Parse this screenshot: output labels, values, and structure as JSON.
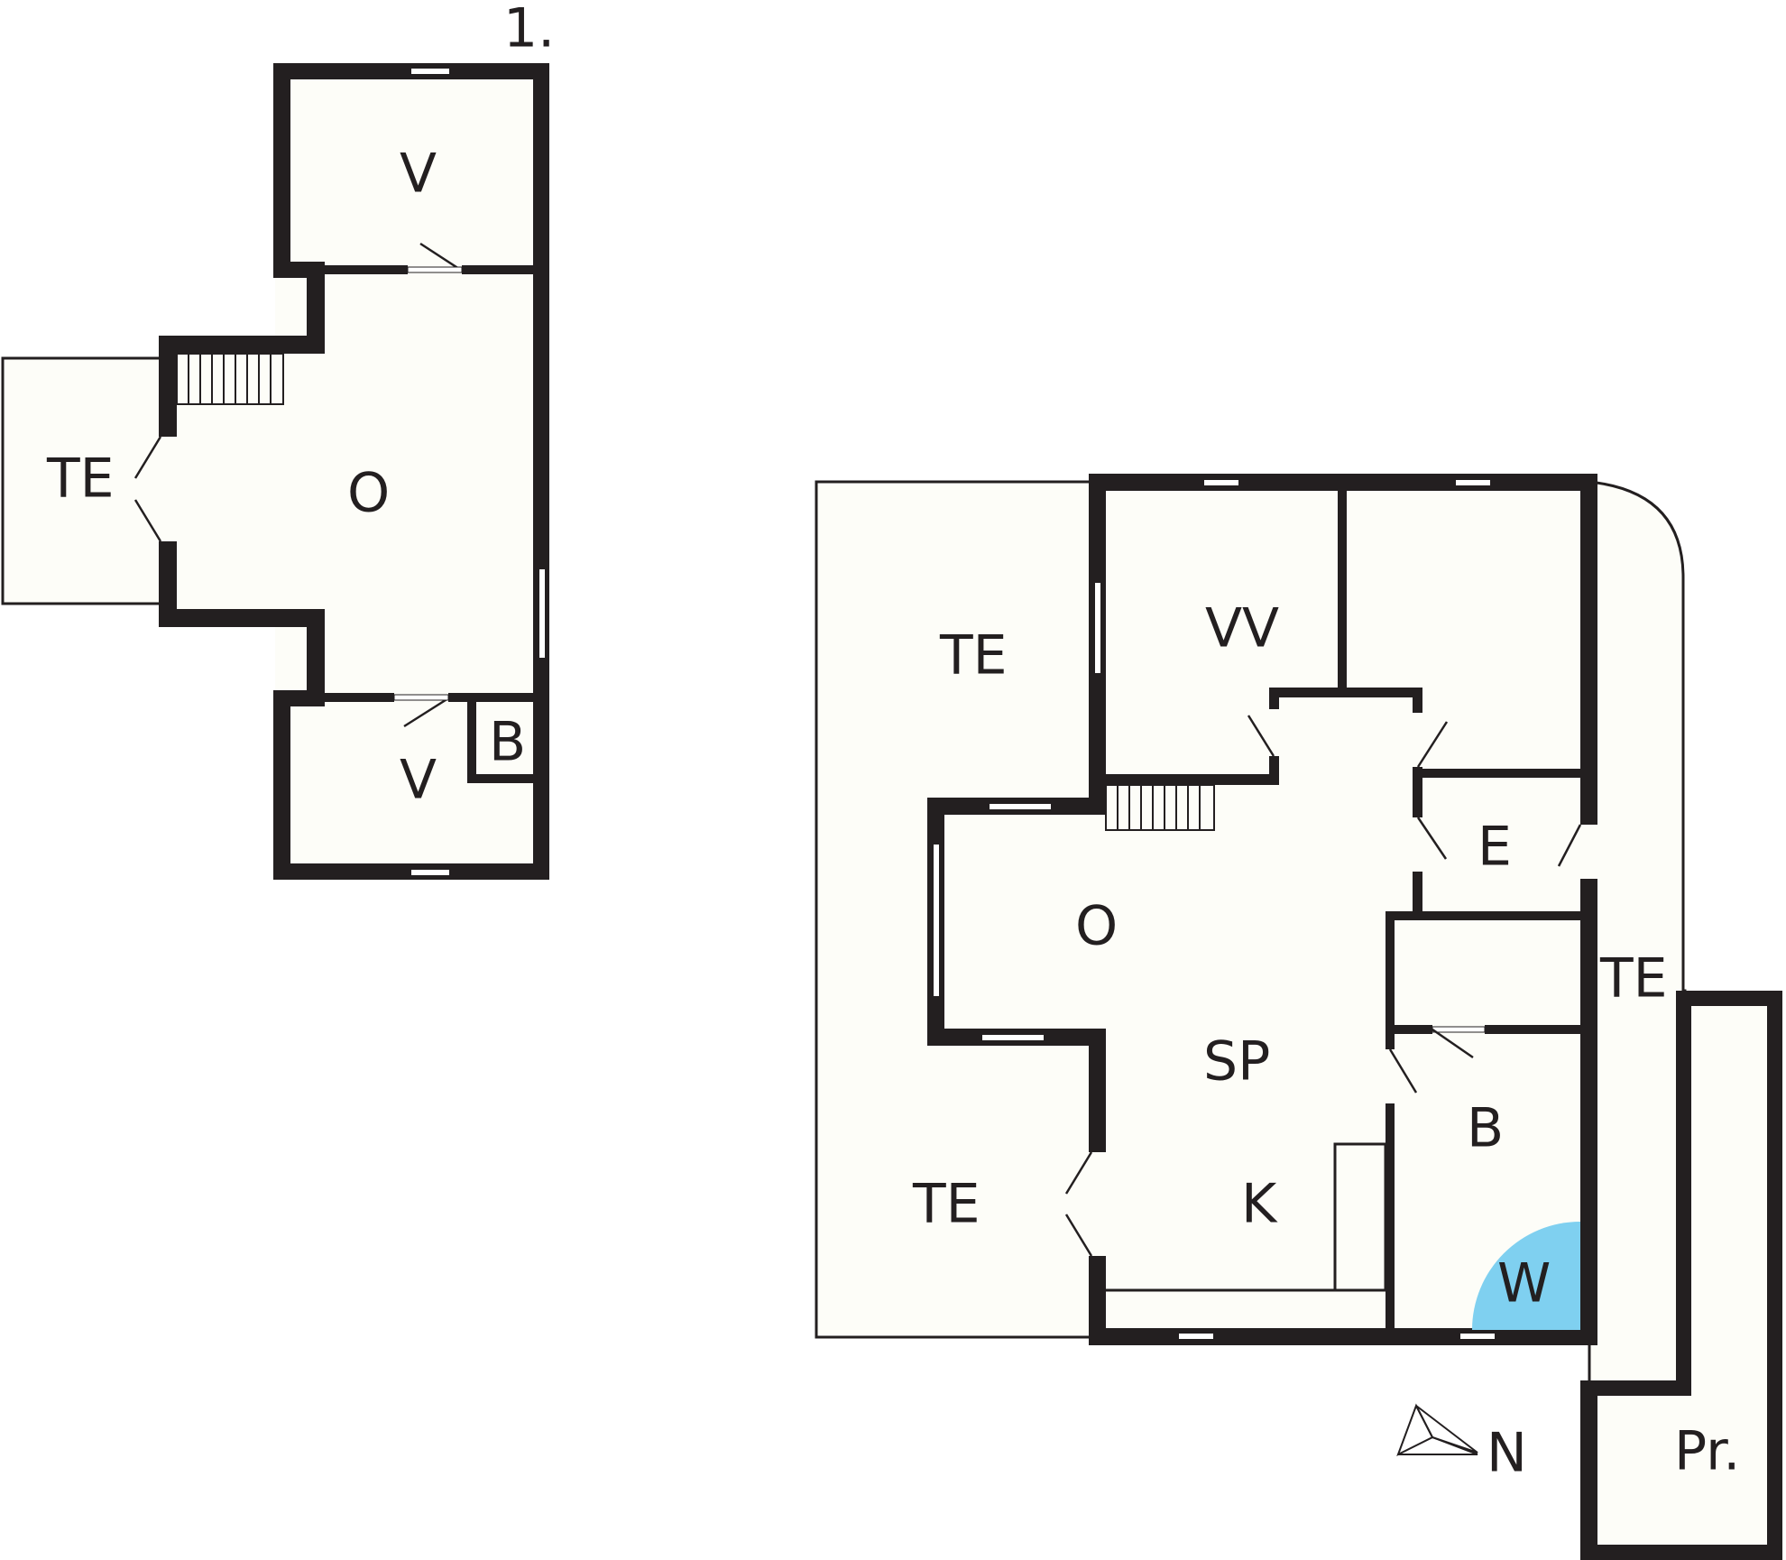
{
  "floor_label": "1.",
  "upper_floor": {
    "rooms": {
      "v_top": "V",
      "o": "O",
      "te": "TE",
      "b": "B",
      "v_bottom": "V"
    }
  },
  "ground_floor": {
    "rooms": {
      "te_top_left": "TE",
      "vv": "VV",
      "o": "O",
      "sp": "SP",
      "te_bottom_left": "TE",
      "k": "K",
      "e": "E",
      "b": "B",
      "w": "W",
      "te_right": "TE",
      "pr": "Pr."
    }
  },
  "compass": {
    "label": "N",
    "icon": "north-arrow-icon"
  },
  "colors": {
    "wall": "#231f20",
    "floor": "#fdfdf8",
    "highlight": "#7fd0f0"
  }
}
